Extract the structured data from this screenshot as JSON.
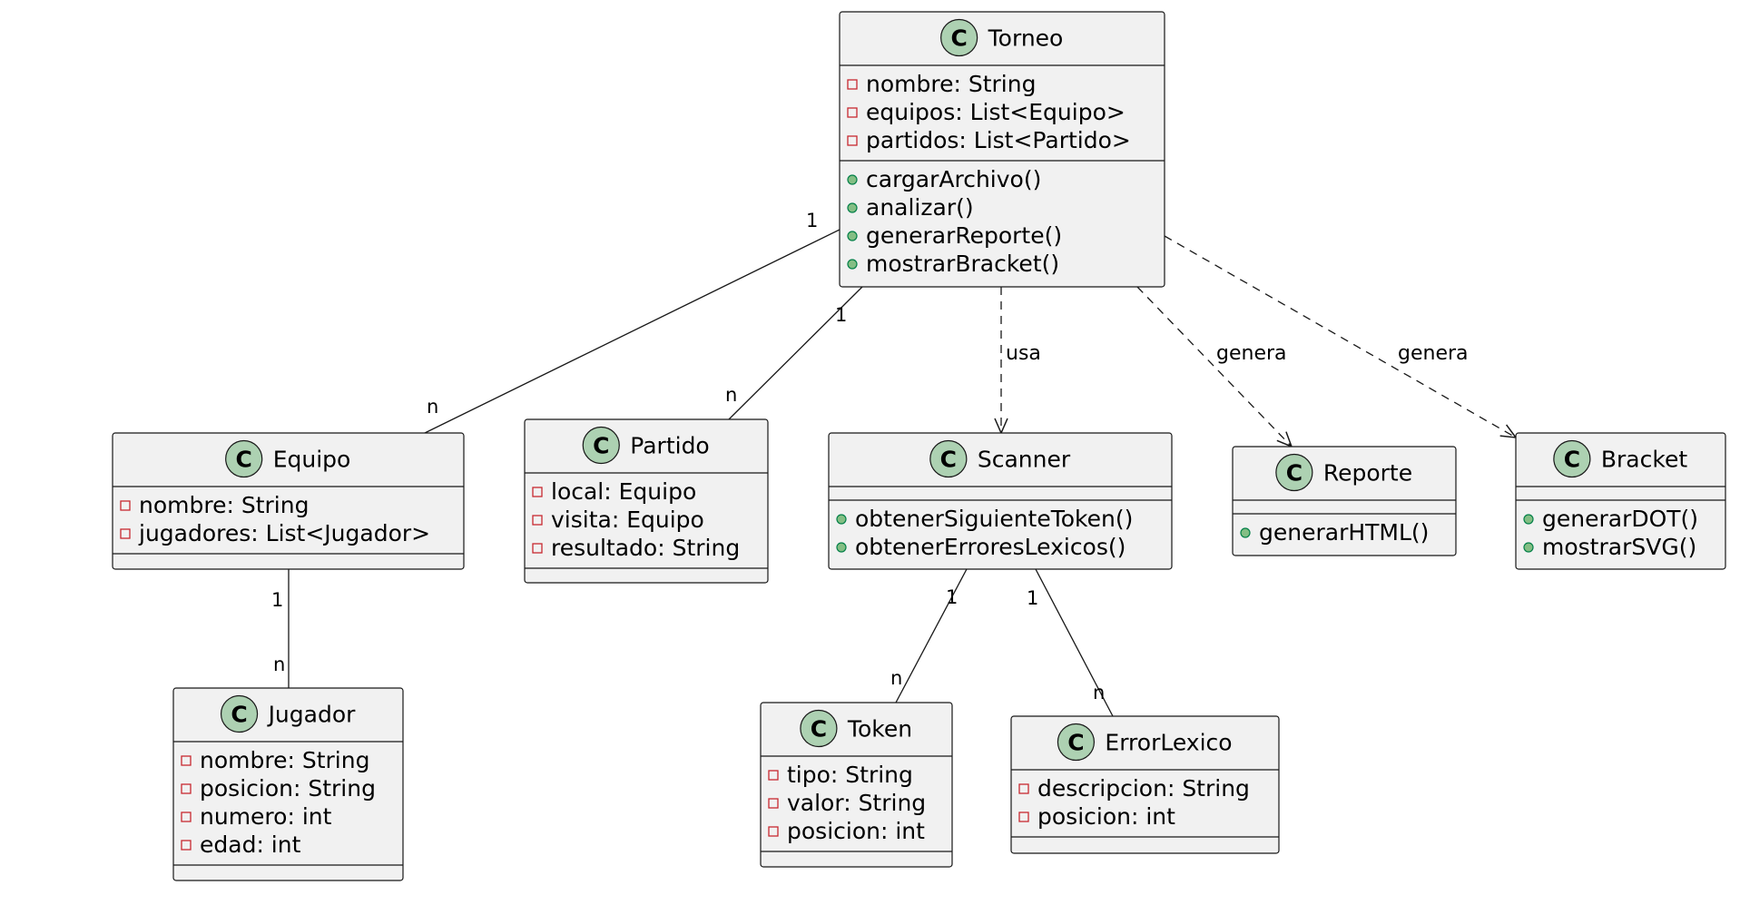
{
  "classes": {
    "torneo": {
      "name": "Torneo",
      "fields": [
        {
          "vis": "private",
          "text": "nombre: String"
        },
        {
          "vis": "private",
          "text": "equipos: List<Equipo>"
        },
        {
          "vis": "private",
          "text": "partidos: List<Partido>"
        }
      ],
      "methods": [
        {
          "vis": "public",
          "text": "cargarArchivo()"
        },
        {
          "vis": "public",
          "text": "analizar()"
        },
        {
          "vis": "public",
          "text": "generarReporte()"
        },
        {
          "vis": "public",
          "text": "mostrarBracket()"
        }
      ]
    },
    "equipo": {
      "name": "Equipo",
      "fields": [
        {
          "vis": "private",
          "text": "nombre: String"
        },
        {
          "vis": "private",
          "text": "jugadores: List<Jugador>"
        }
      ],
      "methods": []
    },
    "partido": {
      "name": "Partido",
      "fields": [
        {
          "vis": "private",
          "text": "local: Equipo"
        },
        {
          "vis": "private",
          "text": "visita: Equipo"
        },
        {
          "vis": "private",
          "text": "resultado: String"
        }
      ],
      "methods": []
    },
    "scanner": {
      "name": "Scanner",
      "fields": [],
      "methods": [
        {
          "vis": "public",
          "text": "obtenerSiguienteToken()"
        },
        {
          "vis": "public",
          "text": "obtenerErroresLexicos()"
        }
      ]
    },
    "reporte": {
      "name": "Reporte",
      "fields": [],
      "methods": [
        {
          "vis": "public",
          "text": "generarHTML()"
        }
      ]
    },
    "bracket": {
      "name": "Bracket",
      "fields": [],
      "methods": [
        {
          "vis": "public",
          "text": "generarDOT()"
        },
        {
          "vis": "public",
          "text": "mostrarSVG()"
        }
      ]
    },
    "jugador": {
      "name": "Jugador",
      "fields": [
        {
          "vis": "private",
          "text": "nombre: String"
        },
        {
          "vis": "private",
          "text": "posicion: String"
        },
        {
          "vis": "private",
          "text": "numero: int"
        },
        {
          "vis": "private",
          "text": "edad: int"
        }
      ],
      "methods": []
    },
    "token": {
      "name": "Token",
      "fields": [
        {
          "vis": "private",
          "text": "tipo: String"
        },
        {
          "vis": "private",
          "text": "valor: String"
        },
        {
          "vis": "private",
          "text": "posicion: int"
        }
      ],
      "methods": []
    },
    "errorlexico": {
      "name": "ErrorLexico",
      "fields": [
        {
          "vis": "private",
          "text": "descripcion: String"
        },
        {
          "vis": "private",
          "text": "posicion: int"
        }
      ],
      "methods": []
    }
  },
  "relations": [
    {
      "id": "torneo-equipo",
      "from": "Torneo",
      "to": "Equipo",
      "type": "association",
      "from_mult": "1",
      "to_mult": "n",
      "label": ""
    },
    {
      "id": "torneo-partido",
      "from": "Torneo",
      "to": "Partido",
      "type": "association",
      "from_mult": "1",
      "to_mult": "n",
      "label": ""
    },
    {
      "id": "torneo-scanner",
      "from": "Torneo",
      "to": "Scanner",
      "type": "dependency",
      "from_mult": "",
      "to_mult": "",
      "label": "usa"
    },
    {
      "id": "torneo-reporte",
      "from": "Torneo",
      "to": "Reporte",
      "type": "dependency",
      "from_mult": "",
      "to_mult": "",
      "label": "genera"
    },
    {
      "id": "torneo-bracket",
      "from": "Torneo",
      "to": "Bracket",
      "type": "dependency",
      "from_mult": "",
      "to_mult": "",
      "label": "genera"
    },
    {
      "id": "equipo-jugador",
      "from": "Equipo",
      "to": "Jugador",
      "type": "association",
      "from_mult": "1",
      "to_mult": "n",
      "label": ""
    },
    {
      "id": "scanner-token",
      "from": "Scanner",
      "to": "Token",
      "type": "association",
      "from_mult": "1",
      "to_mult": "n",
      "label": ""
    },
    {
      "id": "scanner-errorlexico",
      "from": "Scanner",
      "to": "ErrorLexico",
      "type": "association",
      "from_mult": "1",
      "to_mult": "n",
      "label": ""
    }
  ],
  "colors": {
    "class_fill": "#f1f1f1",
    "class_stroke": "#181818",
    "class_icon_fill": "#add1b2",
    "private_marker": "#c82930",
    "public_marker": "#84be84"
  }
}
